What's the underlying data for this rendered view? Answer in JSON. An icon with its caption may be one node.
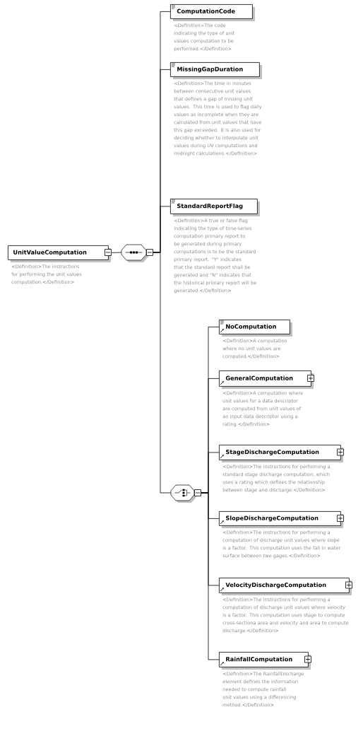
{
  "diagram": {
    "nodes": [
      {
        "text": [
          "UnitValueComputation"
        ],
        "beside": [
          "<Definition>The instructions for performing the unit values computation.</Definition>"
        ]
      },
      {
        "text": [],
        "shape": "octagon"
      },
      {
        "text": [
          "ComputationCode"
        ],
        "beside": [
          "<Definition>The code indicating the type of unit values computation to be performed.</Definition>"
        ]
      },
      {
        "text": [
          "MissingGapDuration"
        ],
        "beside": [
          "<Definition>The time in minutes between consecutive unit values that defines a gap of missing unit values. This time is used to flag daily values as incomplete when they are calculated from unit values that have this gap exceeded. It is also used for deciding whether to interpolate unit values during UV computations and midnight calculations.</Definition>"
        ]
      },
      {
        "text": [
          "StandardReportFlag"
        ],
        "beside": [
          "<Definition>A true or false flag indicating the type of time-series computation primary report to be generated during primary computations is to be the standard primary report. \"Y\" indicates that the standard report shall be generated and \"N\" indicates that the historical primary report will be generated.</Definition>"
        ]
      },
      {
        "text": [],
        "shape": "octagon"
      },
      {
        "text": [
          "NoComputation"
        ],
        "beside": [
          "<Definition>A computation where no unit values are computed.</Definition>"
        ]
      },
      {
        "text": [
          "GeneralComputation"
        ],
        "beside": [
          "<Definition>A computation where unit values for a data descriptor are computed from unit values of an input data descriptor using a rating.</Definition>"
        ]
      },
      {
        "text": [
          "StageDischargeComputation"
        ],
        "beside": [
          "<Definition>The instructions for performing a standard stage discharge computation, which uses a rating which defines the relationship between stage and discharge.</Definition>"
        ]
      },
      {
        "text": [
          "SlopeDischargeComputation"
        ],
        "beside": [
          "<Definition>The instructions for performing a computation of discharge unit values where slope is a factor. This computation uses the fall in water surface between two gages.</Definition>"
        ]
      },
      {
        "text": [
          "VelocityDischargeComputation"
        ],
        "beside": [
          "<Definition>The instructions for performing a computation of discharge unit values where velocity is a factor. This computation uses stage to compute cross-sectiona area and velocity and area to compute discharge.</Definition>"
        ]
      },
      {
        "text": [
          "RainfallComputation"
        ],
        "beside": [
          "<Definition>The RainfallDischarge element defines the information needed to compute rainfall unit values using a differencing method.</Definition>"
        ]
      }
    ],
    "edges": [
      {
        "from": 0,
        "to": 1,
        "arrow": "none"
      },
      {
        "from": 1,
        "to": 2,
        "arrow": "none"
      },
      {
        "from": 1,
        "to": 3,
        "arrow": "none"
      },
      {
        "from": 1,
        "to": 4,
        "arrow": "none"
      },
      {
        "from": 1,
        "to": 5,
        "arrow": "none"
      },
      {
        "from": 5,
        "to": 6,
        "arrow": "none"
      },
      {
        "from": 5,
        "to": 7,
        "arrow": "none"
      },
      {
        "from": 5,
        "to": 8,
        "arrow": "none"
      },
      {
        "from": 5,
        "to": 9,
        "arrow": "none"
      },
      {
        "from": 5,
        "to": 10,
        "arrow": "none"
      },
      {
        "from": 5,
        "to": 11,
        "arrow": "none"
      }
    ]
  }
}
